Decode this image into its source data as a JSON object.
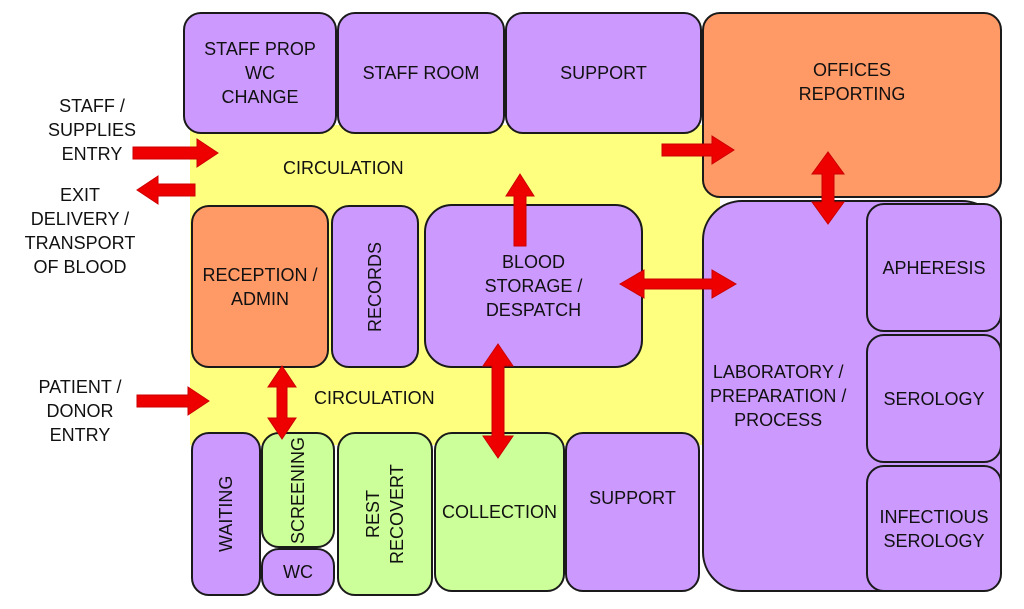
{
  "colors": {
    "circulation": "#ffff7f",
    "staff_support": "#cc99ff",
    "admin": "#ff9966",
    "patient": "#ccff99",
    "arrow": "#ee0000"
  },
  "circulation": {
    "upper_label": "CIRCULATION",
    "lower_label": "CIRCULATION"
  },
  "rooms": {
    "staff_prop": "STAFF PROP\nWC\nCHANGE",
    "staff_room": "STAFF ROOM",
    "support_top": "SUPPORT",
    "offices": "OFFICES\nREPORTING",
    "reception": "RECEPTION /\nADMIN",
    "records": "RECORDS",
    "blood_storage": "BLOOD\nSTORAGE /\nDESPATCH",
    "laboratory": "LABORATORY /\nPREPARATION /\nPROCESS",
    "apheresis": "APHERESIS",
    "serology": "SEROLOGY",
    "infectious_serology": "INFECTIOUS\nSEROLOGY",
    "waiting": "WAITING",
    "screening": "SCREENING",
    "wc": "WC",
    "rest_recovery": "REST\nRECOVERT",
    "collection": "COLLECTION",
    "support_bottom": "SUPPORT"
  },
  "entries": {
    "staff_entry": "STAFF /\nSUPPLIES\nENTRY",
    "exit_delivery": "EXIT\nDELIVERY /\nTRANSPORT\nOF BLOOD",
    "patient_entry": "PATIENT /\nDONOR\nENTRY"
  }
}
